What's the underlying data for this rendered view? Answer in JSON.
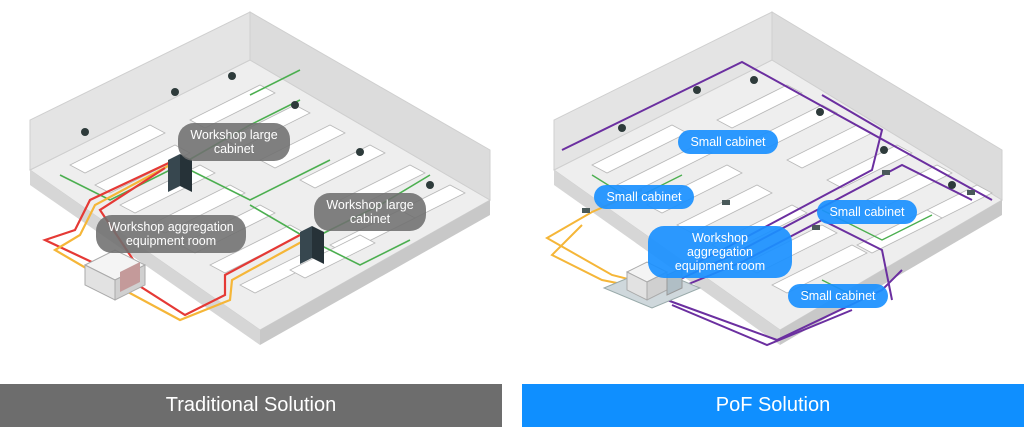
{
  "traditional": {
    "callouts": {
      "large_cabinet_top": "Workshop large\ncabinet",
      "large_cabinet_right": "Workshop large\ncabinet",
      "aggregation_room": "Workshop aggregation\nequipment room"
    },
    "footer": "Traditional Solution",
    "footer_color": "#6d6d6d",
    "cable_colors": [
      "#e53935",
      "#f5b638",
      "#4caf50"
    ]
  },
  "pof": {
    "callouts": {
      "small_cabinet_top": "Small cabinet",
      "small_cabinet_left": "Small cabinet",
      "small_cabinet_right": "Small cabinet",
      "small_cabinet_bottom": "Small cabinet",
      "aggregation_room": "Workshop aggregation\nequipment room"
    },
    "footer": "PoF Solution",
    "footer_color": "#0f8fff",
    "cable_colors": [
      "#6b2fa0",
      "#f5b638",
      "#4caf50"
    ]
  }
}
